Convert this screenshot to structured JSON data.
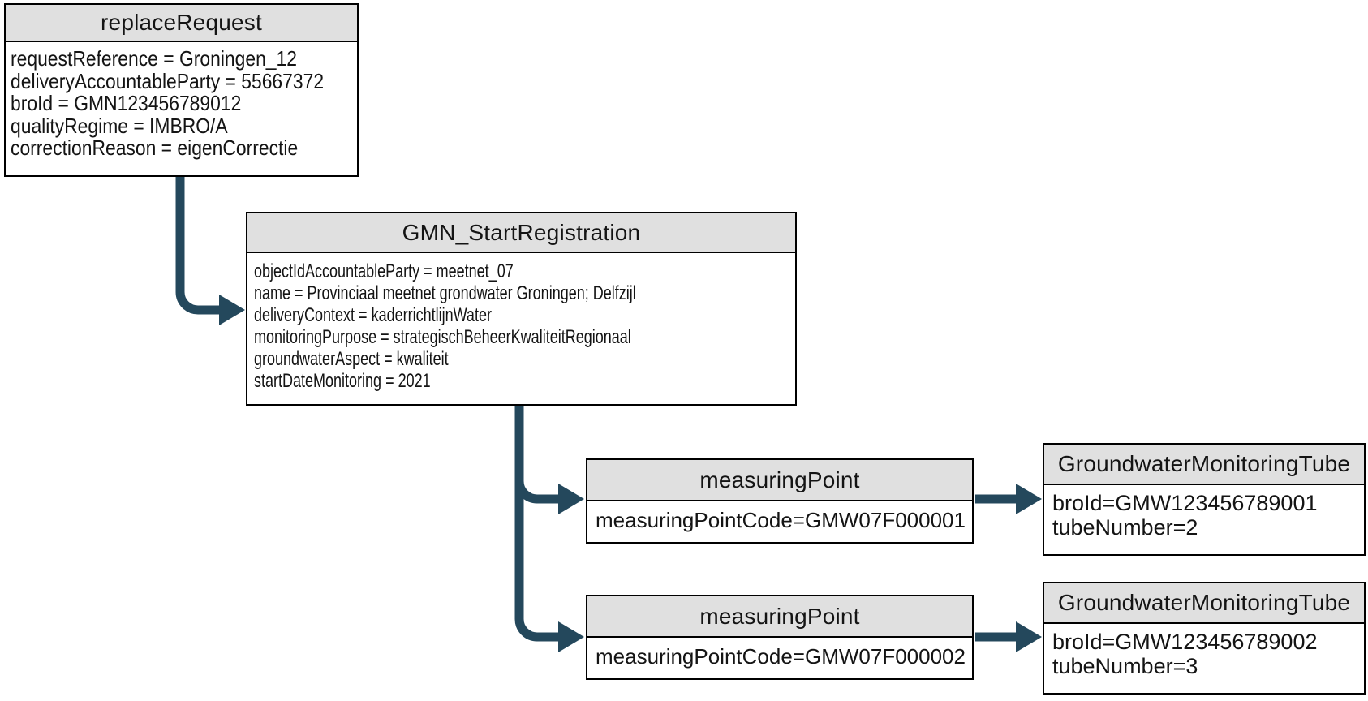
{
  "diagram_type": "uml-object-diagram",
  "colors": {
    "arrow": "#24485C",
    "header_fill": "#E0E0E0",
    "border": "#000000",
    "background": "#FFFFFF"
  },
  "nodes": {
    "replace_request": {
      "title": "replaceRequest",
      "attributes": [
        "requestReference = Groningen_12",
        "deliveryAccountableParty = 55667372",
        "broId = GMN123456789012",
        "qualityRegime = IMBRO/A",
        "correctionReason = eigenCorrectie"
      ]
    },
    "gmn_start_registration": {
      "title": "GMN_StartRegistration",
      "attributes": [
        "objectIdAccountableParty = meetnet_07",
        "name = Provinciaal meetnet grondwater Groningen; Delfzijl",
        "deliveryContext = kaderrichtlijnWater",
        "monitoringPurpose = strategischBeheerKwaliteitRegionaal",
        "groundwaterAspect = kwaliteit",
        "startDateMonitoring = 2021"
      ]
    },
    "measuring_point_1": {
      "title": "measuringPoint",
      "attributes": [
        "measuringPointCode=GMW07F000001"
      ]
    },
    "measuring_point_2": {
      "title": "measuringPoint",
      "attributes": [
        "measuringPointCode=GMW07F000002"
      ]
    },
    "tube_1": {
      "title": "GroundwaterMonitoringTube",
      "attributes": [
        "broId=GMW123456789001",
        "tubeNumber=2"
      ]
    },
    "tube_2": {
      "title": "GroundwaterMonitoringTube",
      "attributes": [
        "broId=GMW123456789002",
        "tubeNumber=3"
      ]
    }
  }
}
